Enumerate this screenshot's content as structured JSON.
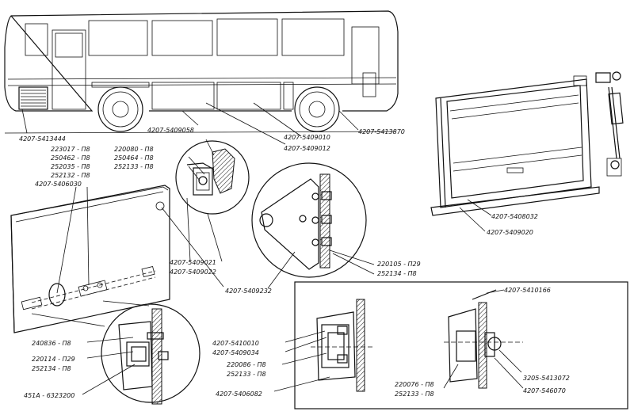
{
  "labels": {
    "p_5413444": "4207-5413444",
    "p_5409058": "4207-5409058",
    "p_5409010": "4207-5409010",
    "p_5409012": "4207-5409012",
    "p_5413870": "4207-5413870",
    "p_223017": "223017 - П8",
    "p_250462": "250462 - П8",
    "p_252035": "252035 - П8",
    "p_252132": "252132 - П8",
    "p_5406030": "4207-5406030",
    "p_220080": "220080 - П8",
    "p_250464": "250464 - П8",
    "p_252133a": "252133 - П8",
    "p_5409021": "4207-5409021",
    "p_5409022": "4207-5409022",
    "p_5409232": "4207-5409232",
    "p_220105": "220105 - П29",
    "p_252134a": "252134 - П8",
    "p_5408032": "4207-5408032",
    "p_5409020": "4207-5409020",
    "p_240836": "240836 - П8",
    "p_220114": "220114 - П29",
    "p_252134b": "252134 - П8",
    "p_451A": "451А - 6323200",
    "p_5410010": "4207-5410010",
    "p_5409034": "4207-5409034",
    "p_220086": "220086 - П8",
    "p_252133b": "252133 - П8",
    "p_5406082": "4207-5406082",
    "p_5410166": "4207-5410166",
    "p_220076": "220076 - П8",
    "p_252133c": "252133 - П8",
    "p_3205": "3205-5413072",
    "p_546070": "4207-546070"
  }
}
